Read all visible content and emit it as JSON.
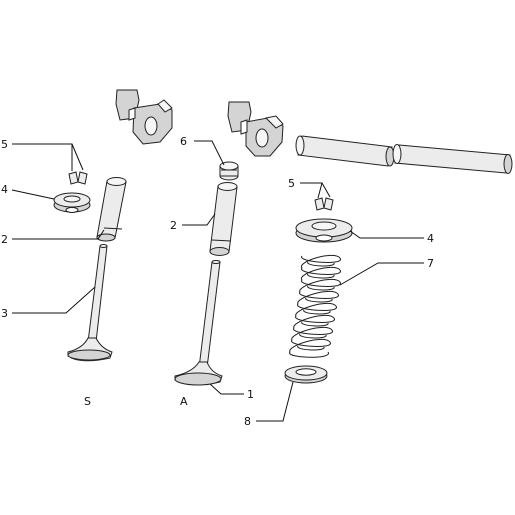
{
  "callouts": {
    "left_5": "5",
    "left_4": "4",
    "left_2": "2",
    "left_3": "3",
    "center_6": "6",
    "center_2": "2",
    "center_1": "1",
    "right_5": "5",
    "right_4": "4",
    "right_7": "7",
    "right_8": "8"
  },
  "labels": {
    "exhaust": "S",
    "intake": "A"
  }
}
